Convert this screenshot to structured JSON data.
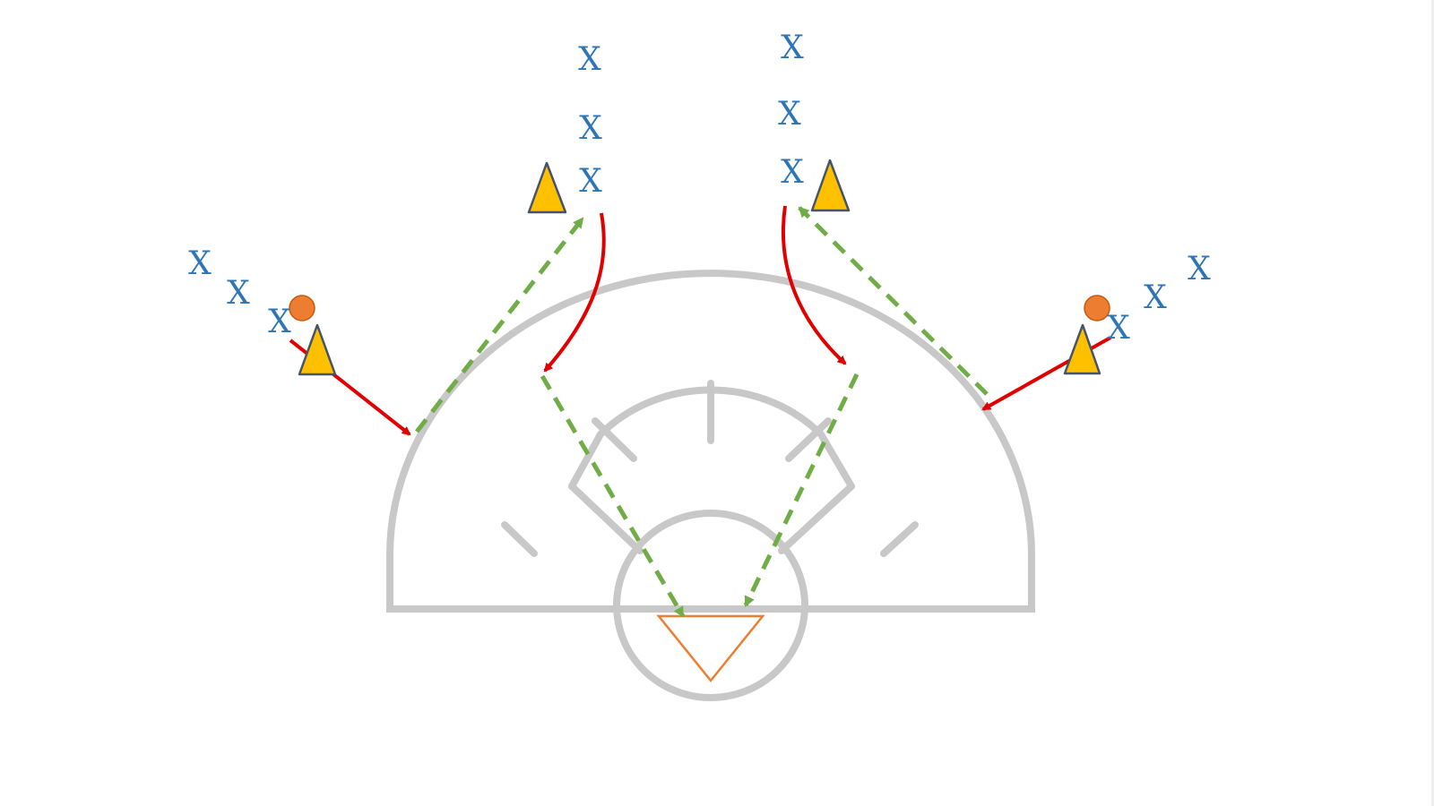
{
  "diagram": {
    "player_marker": "X",
    "colors": {
      "court_lines": "#c8c8c8",
      "player_marker": "#2e75b6",
      "cone_fill": "#ffc000",
      "cone_stroke": "#44546a",
      "ball": "#ed7d31",
      "dribble_path": "#e00000",
      "pass_path": "#70ad47",
      "goal_outline": "#ed7d31"
    },
    "legend_visible": false,
    "groups": [
      {
        "id": "left-wing",
        "players": 3,
        "has_ball": true
      },
      {
        "id": "left-top",
        "players": 3,
        "has_ball": false
      },
      {
        "id": "right-top",
        "players": 3,
        "has_ball": false
      },
      {
        "id": "right-wing",
        "players": 3,
        "has_ball": true
      }
    ],
    "cones": 4,
    "icons": [
      "cone-icon",
      "ball-icon",
      "goal-icon"
    ]
  }
}
